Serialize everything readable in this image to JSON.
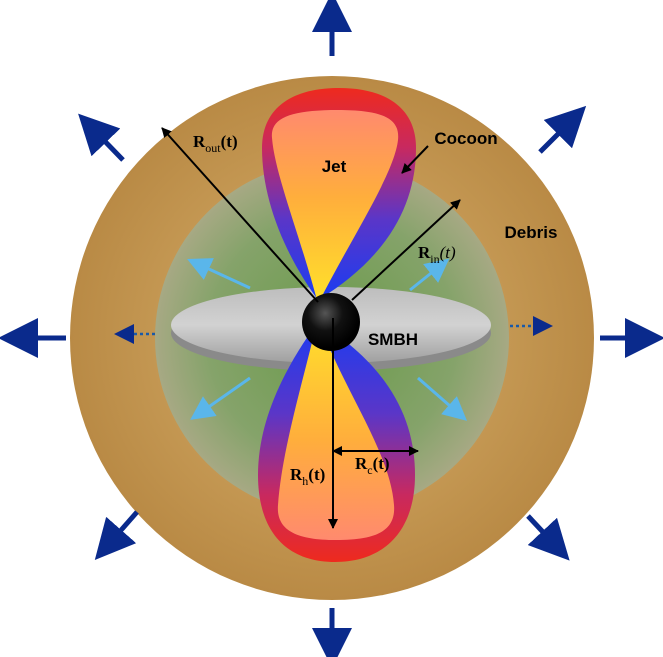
{
  "labels": {
    "jet": "Jet",
    "cocoon": "Cocoon",
    "debris": "Debris",
    "smbh": "SMBH",
    "r_out": {
      "main": "R",
      "sub": "out",
      "arg": "(t)"
    },
    "r_in": {
      "main": "R",
      "sub": "in",
      "arg": "(t)"
    },
    "r_h": {
      "main": "R",
      "sub": "h",
      "arg": "(t)"
    },
    "r_c": {
      "main": "R",
      "sub": "c",
      "arg": "(t)"
    }
  },
  "colors": {
    "debris": "#c1904c",
    "inner_region": "#7e9c63",
    "disk": "#c3c3c3",
    "outflow_arrows": "#0a2a8c",
    "inner_arrows": "#5ab6ea",
    "black_hole": "#000000"
  }
}
